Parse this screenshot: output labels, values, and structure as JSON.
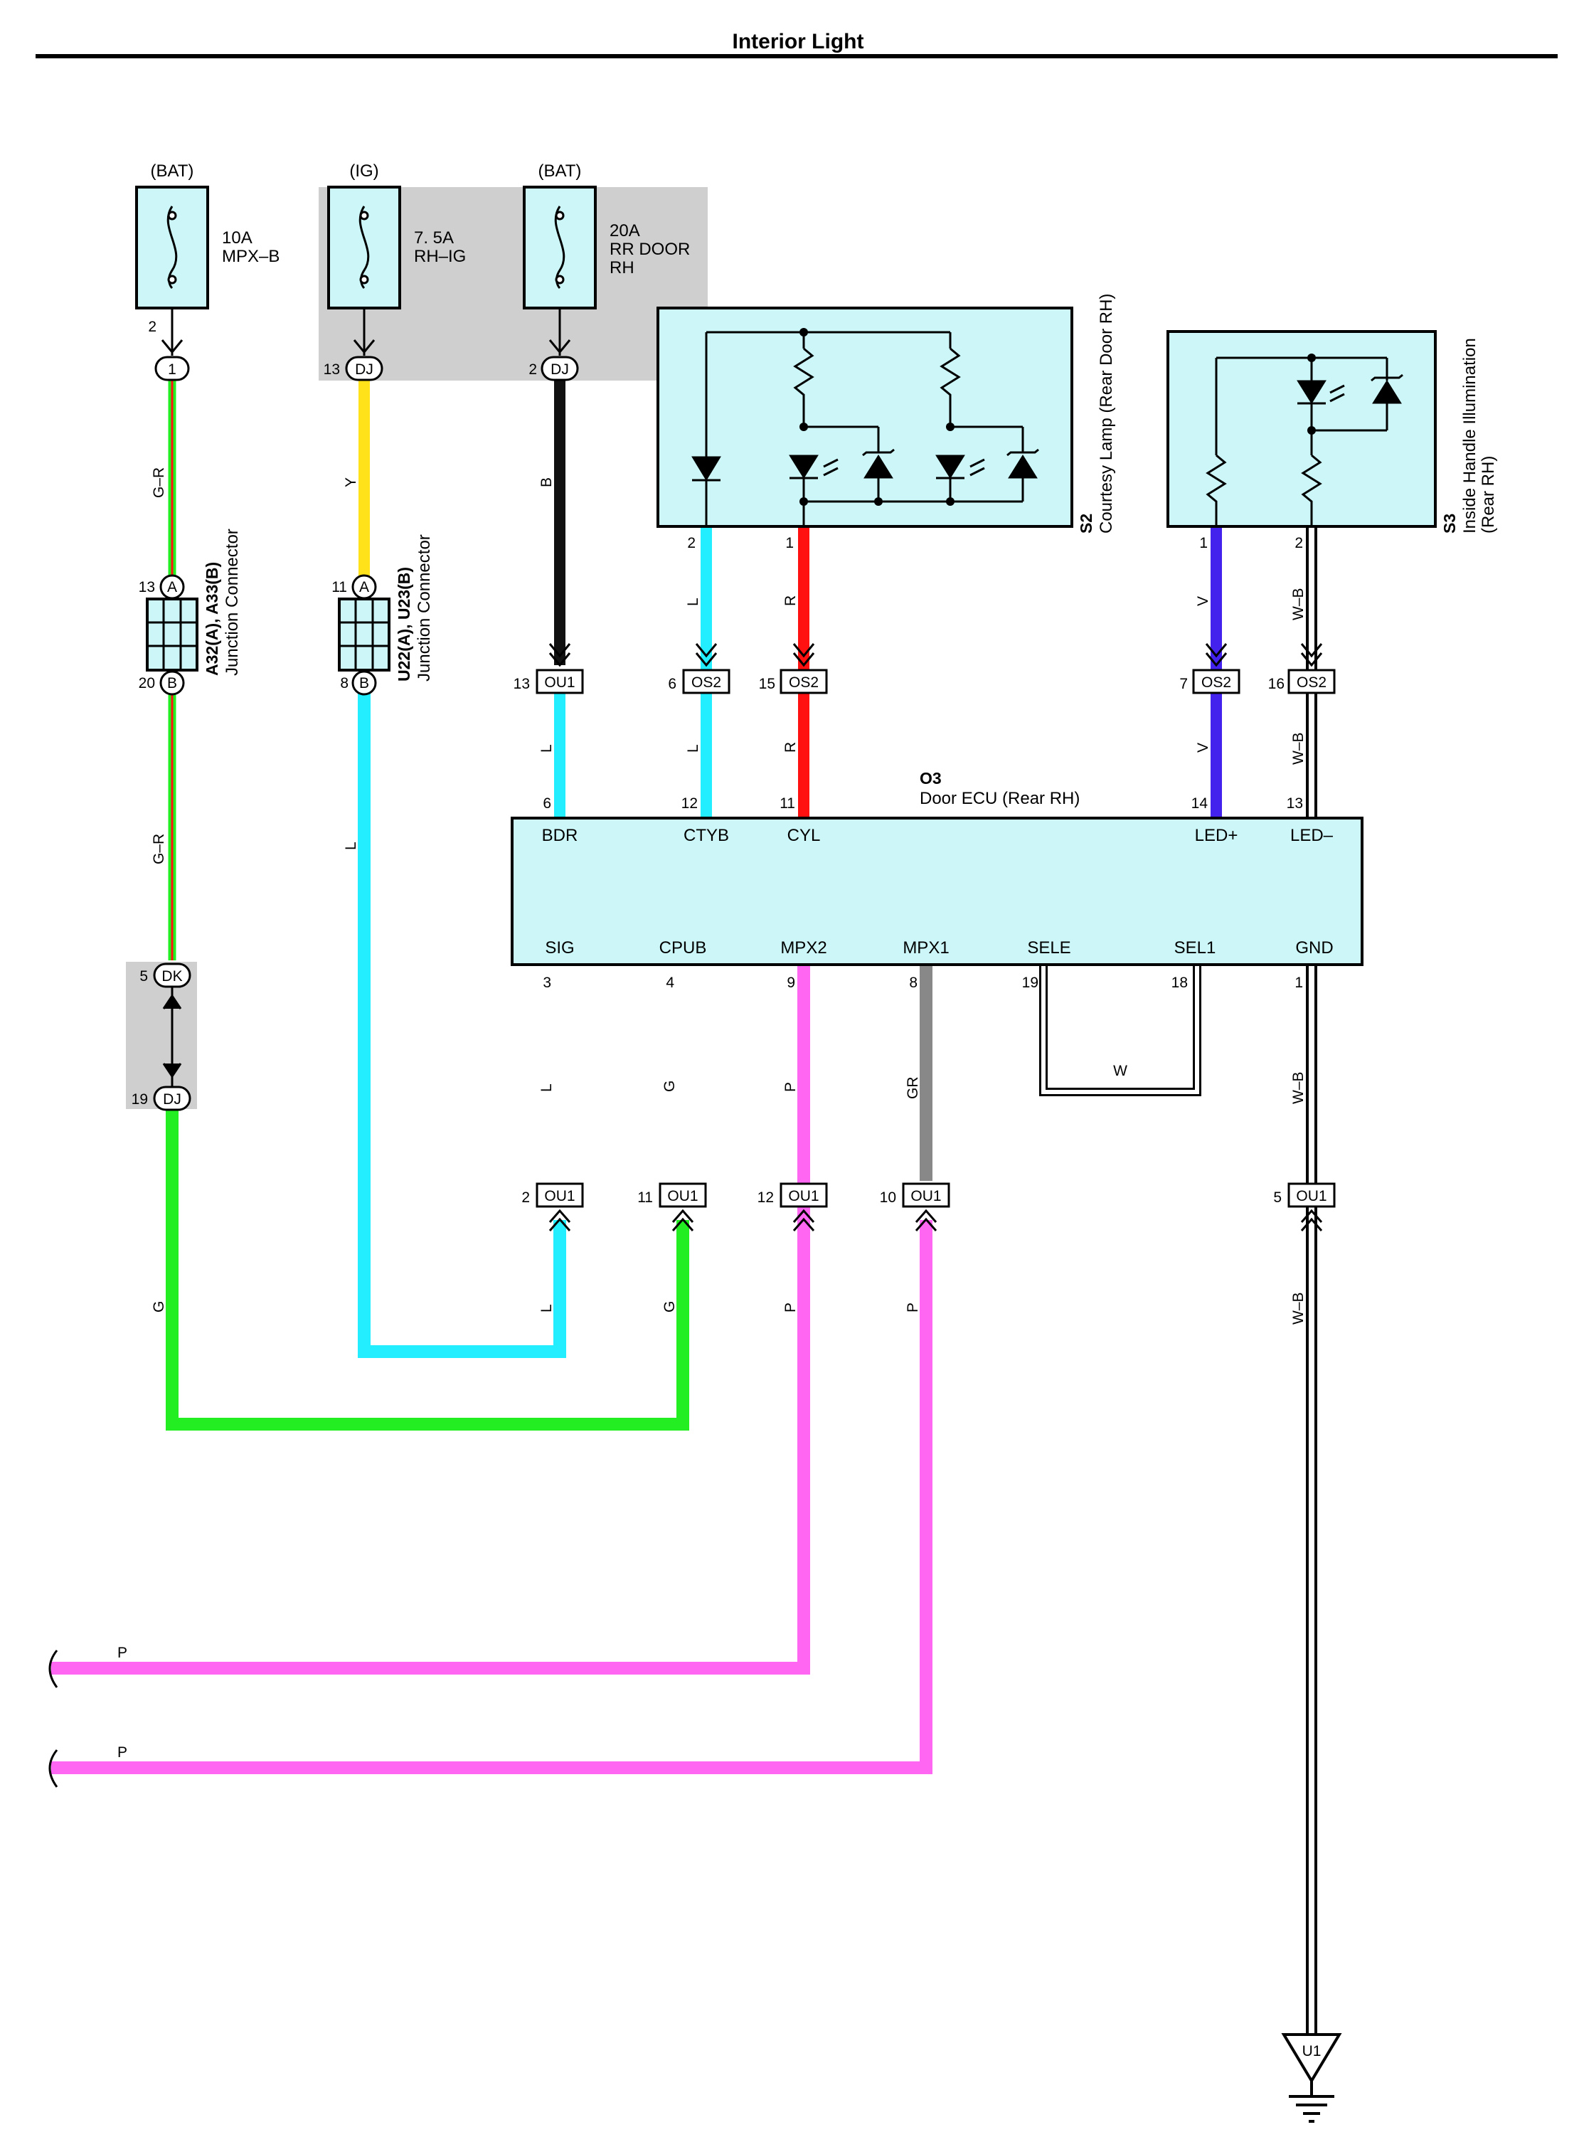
{
  "title": "Interior Light",
  "colors": {
    "component_fill": "#ccf6f8",
    "shade": "#cfcfcf",
    "wire_G": "#22ee22",
    "wire_R": "#ff1111",
    "wire_Y": "#ffe21a",
    "wire_B": "#111111",
    "wire_L": "#22eeff",
    "wire_V": "#4422ee",
    "wire_P": "#ff66f2",
    "wire_GR": "#888888",
    "wire_W": "#ffffff"
  },
  "fuses": [
    {
      "id": "fuse-mpx-b",
      "source": "(BAT)",
      "rating": "10A",
      "name1": "MPX–B",
      "name2": "",
      "pin": "2",
      "connector": "1"
    },
    {
      "id": "fuse-rh-ig",
      "source": "(IG)",
      "rating": "7. 5A",
      "name1": "RH–IG",
      "name2": "",
      "pin": "13",
      "connector": "DJ"
    },
    {
      "id": "fuse-rr-door",
      "source": "(BAT)",
      "rating": "20A",
      "name1": "RR DOOR",
      "name2": "RH",
      "pin": "2",
      "connector": "DJ"
    }
  ],
  "junctions": [
    {
      "id": "a32",
      "code": "A32(A), A33(B)",
      "name": "Junction Connector",
      "top_pin": "13",
      "top_letter": "A",
      "bottom_pin": "20",
      "bottom_letter": "B"
    },
    {
      "id": "u22",
      "code": "U22(A), U23(B)",
      "name": "Junction Connector",
      "top_pin": "11",
      "top_letter": "A",
      "bottom_pin": "8",
      "bottom_letter": "B"
    }
  ],
  "dk_junction": {
    "top_pin": "5",
    "top_conn": "DK",
    "bottom_pin": "19",
    "bottom_conn": "DJ"
  },
  "s2": {
    "code": "S2",
    "name": "Courtesy Lamp (Rear Door RH)",
    "pins": [
      "2",
      "1"
    ]
  },
  "s3": {
    "code": "S3",
    "name1": "Inside Handle Illumination",
    "name2": "(Rear RH)",
    "pins": [
      "1",
      "2"
    ]
  },
  "ecu": {
    "code": "O3",
    "name": "Door ECU (Rear RH)",
    "top_terminals": [
      {
        "name": "BDR",
        "pin": "6"
      },
      {
        "name": "CTYB",
        "pin": "12"
      },
      {
        "name": "CYL",
        "pin": "11"
      },
      {
        "name": "LED+",
        "pin": "14"
      },
      {
        "name": "LED–",
        "pin": "13"
      }
    ],
    "bottom_terminals": [
      {
        "name": "SIG",
        "pin": "3"
      },
      {
        "name": "CPUB",
        "pin": "4"
      },
      {
        "name": "MPX2",
        "pin": "9"
      },
      {
        "name": "MPX1",
        "pin": "8"
      },
      {
        "name": "SELE",
        "pin": "19"
      },
      {
        "name": "SEL1",
        "pin": "18"
      },
      {
        "name": "GND",
        "pin": "1"
      }
    ]
  },
  "top_connectors": [
    {
      "pin": "13",
      "conn": "OU1"
    },
    {
      "pin": "6",
      "conn": "OS2"
    },
    {
      "pin": "15",
      "conn": "OS2"
    },
    {
      "pin": "7",
      "conn": "OS2"
    },
    {
      "pin": "16",
      "conn": "OS2"
    }
  ],
  "bottom_connectors": [
    {
      "pin": "2",
      "conn": "OU1"
    },
    {
      "pin": "11",
      "conn": "OU1"
    },
    {
      "pin": "12",
      "conn": "OU1"
    },
    {
      "pin": "10",
      "conn": "OU1"
    },
    {
      "pin": "5",
      "conn": "OU1"
    }
  ],
  "wire_labels": {
    "gr1": "G–R",
    "gr2": "G–R",
    "g_left": "G",
    "y": "Y",
    "l_left": "L",
    "b": "B",
    "l_s2": "L",
    "r_s2": "R",
    "v_s3": "V",
    "wb_s3": "W–B",
    "l_bdr": "L",
    "l_ctyb": "L",
    "r_cyl": "R",
    "v_led": "V",
    "wb_led": "W–B",
    "l_sig": "L",
    "g_cpub": "G",
    "p_mpx2": "P",
    "gr_mpx1": "GR",
    "w_sel": "W",
    "wb_gnd": "W–B",
    "l_sig2": "L",
    "g_cpub2": "G",
    "p_mpx2b": "P",
    "p_mpx1b": "P",
    "wb_gnd2": "W–B",
    "p_out1": "P",
    "p_out2": "P"
  },
  "ground": {
    "code": "U1"
  }
}
